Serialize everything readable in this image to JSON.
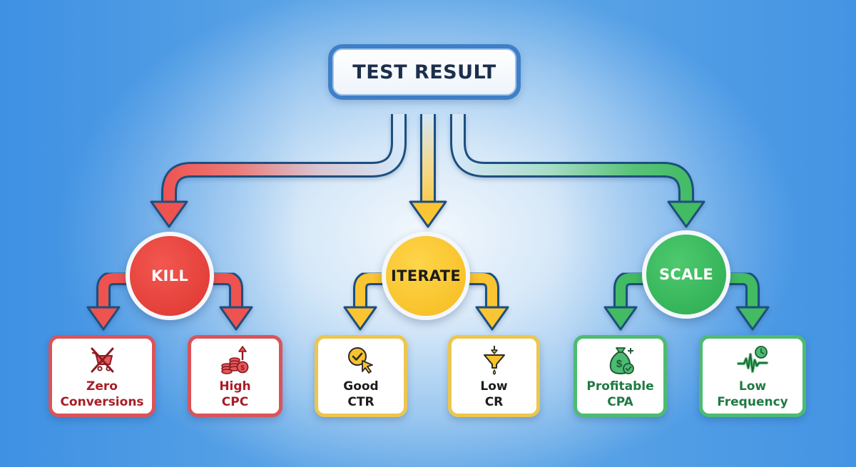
{
  "root": {
    "label": "TEST RESULT"
  },
  "branches": [
    {
      "label": "KILL",
      "color": "#e4403a",
      "children": [
        {
          "line1": "Zero",
          "line2": "Conversions",
          "icon": "cart-crossed-icon"
        },
        {
          "line1": "High",
          "line2": "CPC",
          "icon": "coins-rising-icon"
        }
      ]
    },
    {
      "label": "ITERATE",
      "color": "#f8c32c",
      "children": [
        {
          "line1": "Good",
          "line2": "CTR",
          "icon": "check-click-icon"
        },
        {
          "line1": "Low",
          "line2": "CR",
          "icon": "funnel-drop-icon"
        }
      ]
    },
    {
      "label": "SCALE",
      "color": "#35b45a",
      "children": [
        {
          "line1": "Profitable",
          "line2": "CPA",
          "icon": "money-bag-check-icon"
        },
        {
          "line1": "Low",
          "line2": "Frequency",
          "icon": "pulse-clock-icon"
        }
      ]
    }
  ],
  "colors": {
    "root_border": "#3f7fc7",
    "root_text": "#1b2f4d",
    "kill": "#e4403a",
    "iterate": "#f8c32c",
    "scale": "#35b45a",
    "arrow_outline": "#1f4f7f"
  }
}
